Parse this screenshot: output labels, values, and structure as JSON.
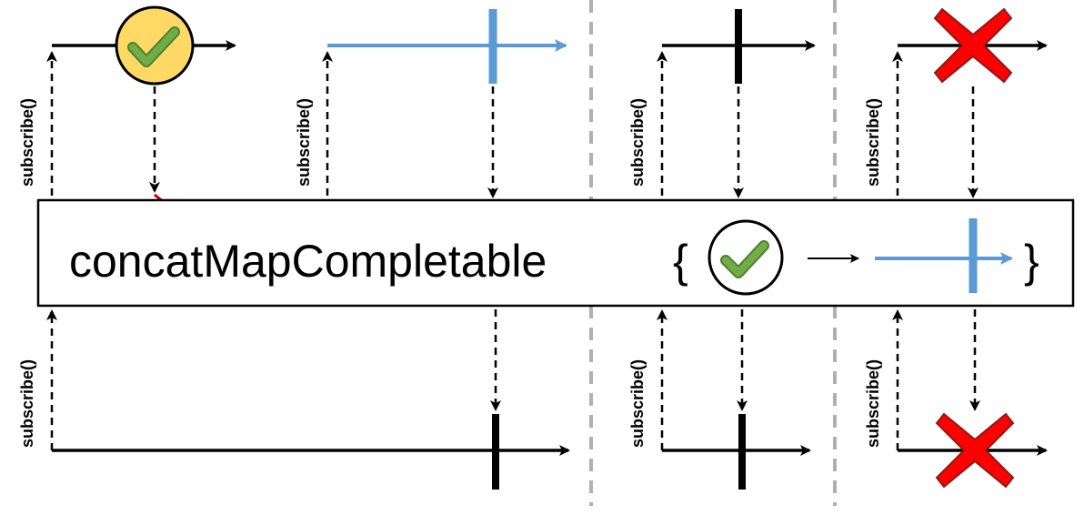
{
  "operator": {
    "name": "concatMapCompletable",
    "open_brace": "{",
    "close_brace": "}"
  },
  "subscribe_label": "subscribe()",
  "labels": {
    "s1": "subscribe()",
    "s2": "subscribe()",
    "s3": "subscribe()",
    "s4": "subscribe()",
    "s5": "subscribe()",
    "s6": "subscribe()",
    "s7": "subscribe()"
  },
  "colors": {
    "line": "#000000",
    "inner_line": "#5b9bd5",
    "item_fill": "#ffd966",
    "check": "#70ad47",
    "error": "#ff0000",
    "flow_arrow": "#c00000",
    "separator": "#b0b0b0"
  },
  "icons": [
    "check-icon",
    "error-x-icon",
    "completion-bar"
  ]
}
